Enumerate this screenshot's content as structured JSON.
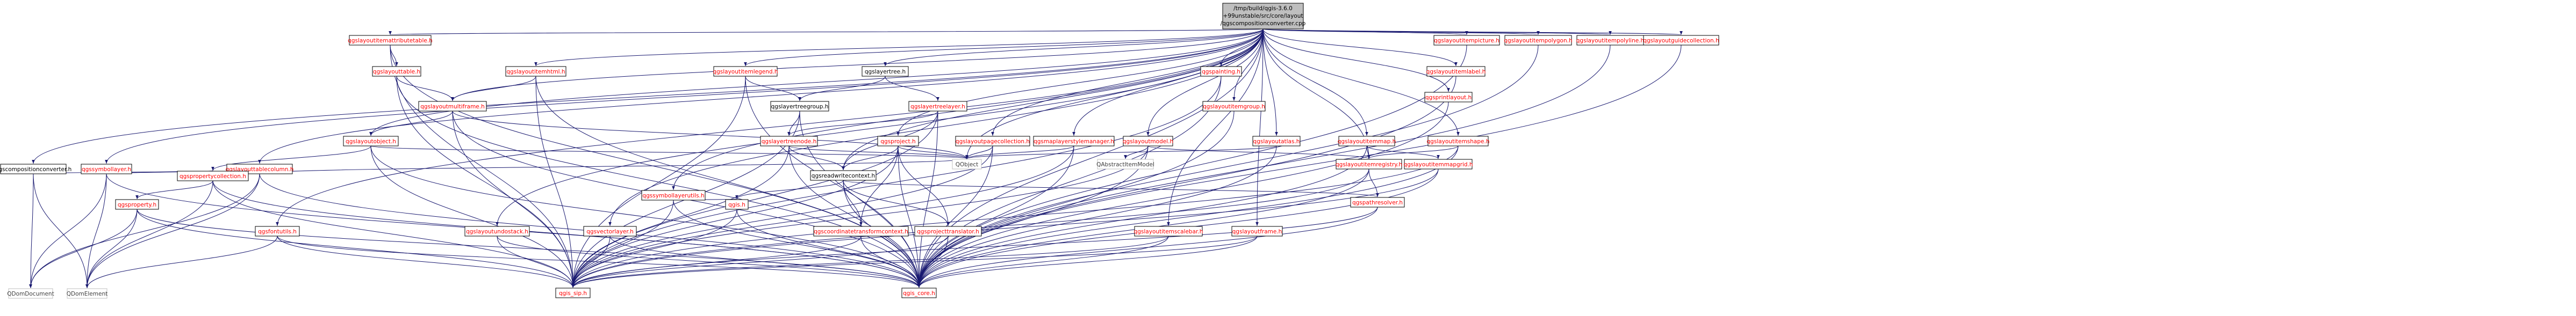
{
  "root": {
    "line1": "/tmp/build/qgis-3.6.0",
    "line2": "+99unstable/src/core/layout",
    "line3": "/qgscompositionconverter.cpp"
  },
  "nodes": {
    "qgscompositionconverter_h": "qgscompositionconverter.h",
    "qgssymbollayer_h": "qgssymbollayer.h",
    "qgslayoutitemattributetable_h": "qgslayoutitemattributetable.h",
    "qgslayouttable_h": "qgslayouttable.h",
    "qgslayouttablecolumn_h": "qgslayouttablecolumn.h",
    "qgslayoutitemhtml_h": "qgslayoutitemhtml.h",
    "qgslayoutmultiframe_h": "qgslayoutmultiframe.h",
    "qgslayoutobject_h": "qgslayoutobject.h",
    "qgspropertycollection_h": "qgspropertycollection.h",
    "qgsproperty_h": "qgsproperty.h",
    "qgsfontutils_h": "qgsfontutils.h",
    "qgslayoutundostack_h": "qgslayoutundostack.h",
    "qgsvectorlayer_h": "qgsvectorlayer.h",
    "qgssymbollayerutils_h": "qgssymbollayerutils.h",
    "qgslayoutitemlegend_h": "qgslayoutitemlegend.h",
    "qgslayertree_h": "qgslayertree.h",
    "qgslayertreegroup_h": "qgslayertreegroup.h",
    "qgslayertreelayer_h": "qgslayertreelayer.h",
    "qgslayertreenode_h": "qgslayertreenode.h",
    "qgsproject_h": "qgsproject.h",
    "qgsreadwritecontext_h": "qgsreadwritecontext.h",
    "qgis_h": "qgis.h",
    "qgscoordinatetransformcontext_h": "qgscoordinatetransformcontext.h",
    "qgsprojecttranslator_h": "qgsprojecttranslator.h",
    "qgslayoutpagecollection_h": "qgslayoutpagecollection.h",
    "qgsmaplayerstylemanager_h": "qgsmaplayerstylemanager.h",
    "qgslayoutmodel_h": "qgslayoutmodel.h",
    "qgslayoutitemscalebar_h": "qgslayoutitemscalebar.h",
    "qgspainting_h": "qgspainting.h",
    "qgslayoutitemgroup_h": "qgslayoutitemgroup.h",
    "qgslayoutatlas_h": "qgslayoutatlas.h",
    "qgslayoutframe_h": "qgslayoutframe.h",
    "qgslayoutitemregistry_h": "qgslayoutitemregistry.h",
    "qgspathresolver_h": "qgspathresolver.h",
    "qgslayoutitemmap_h": "qgslayoutitemmap.h",
    "qgslayoutitemmapgrid_h": "qgslayoutitemmapgrid.h",
    "qgslayoutitemshape_h": "qgslayoutitemshape.h",
    "qgsprintlayout_h": "qgsprintlayout.h",
    "qgslayoutitemlabel_h": "qgslayoutitemlabel.h",
    "qgslayoutitempicture_h": "qgslayoutitempicture.h",
    "qgslayoutitempolygon_h": "qgslayoutitempolygon.h",
    "qgslayoutitempolyline_h": "qgslayoutitempolyline.h",
    "qgslayoutguidecollection_h": "qgslayoutguidecollection.h",
    "qgis_sip_h": "qgis_sip.h",
    "qgis_core_h": "qgis_core.h",
    "QObject": "QObject",
    "QDomDocument": "QDomDocument",
    "QDomElement": "QDomElement",
    "QAbstractItemModel": "QAbstractItemModel"
  },
  "colors": {
    "edge": "#191970",
    "root_fill": "#bfbfbf",
    "linked_text": "#ff0000",
    "plain_text": "#000000",
    "external_border": "#bfbfbf"
  }
}
